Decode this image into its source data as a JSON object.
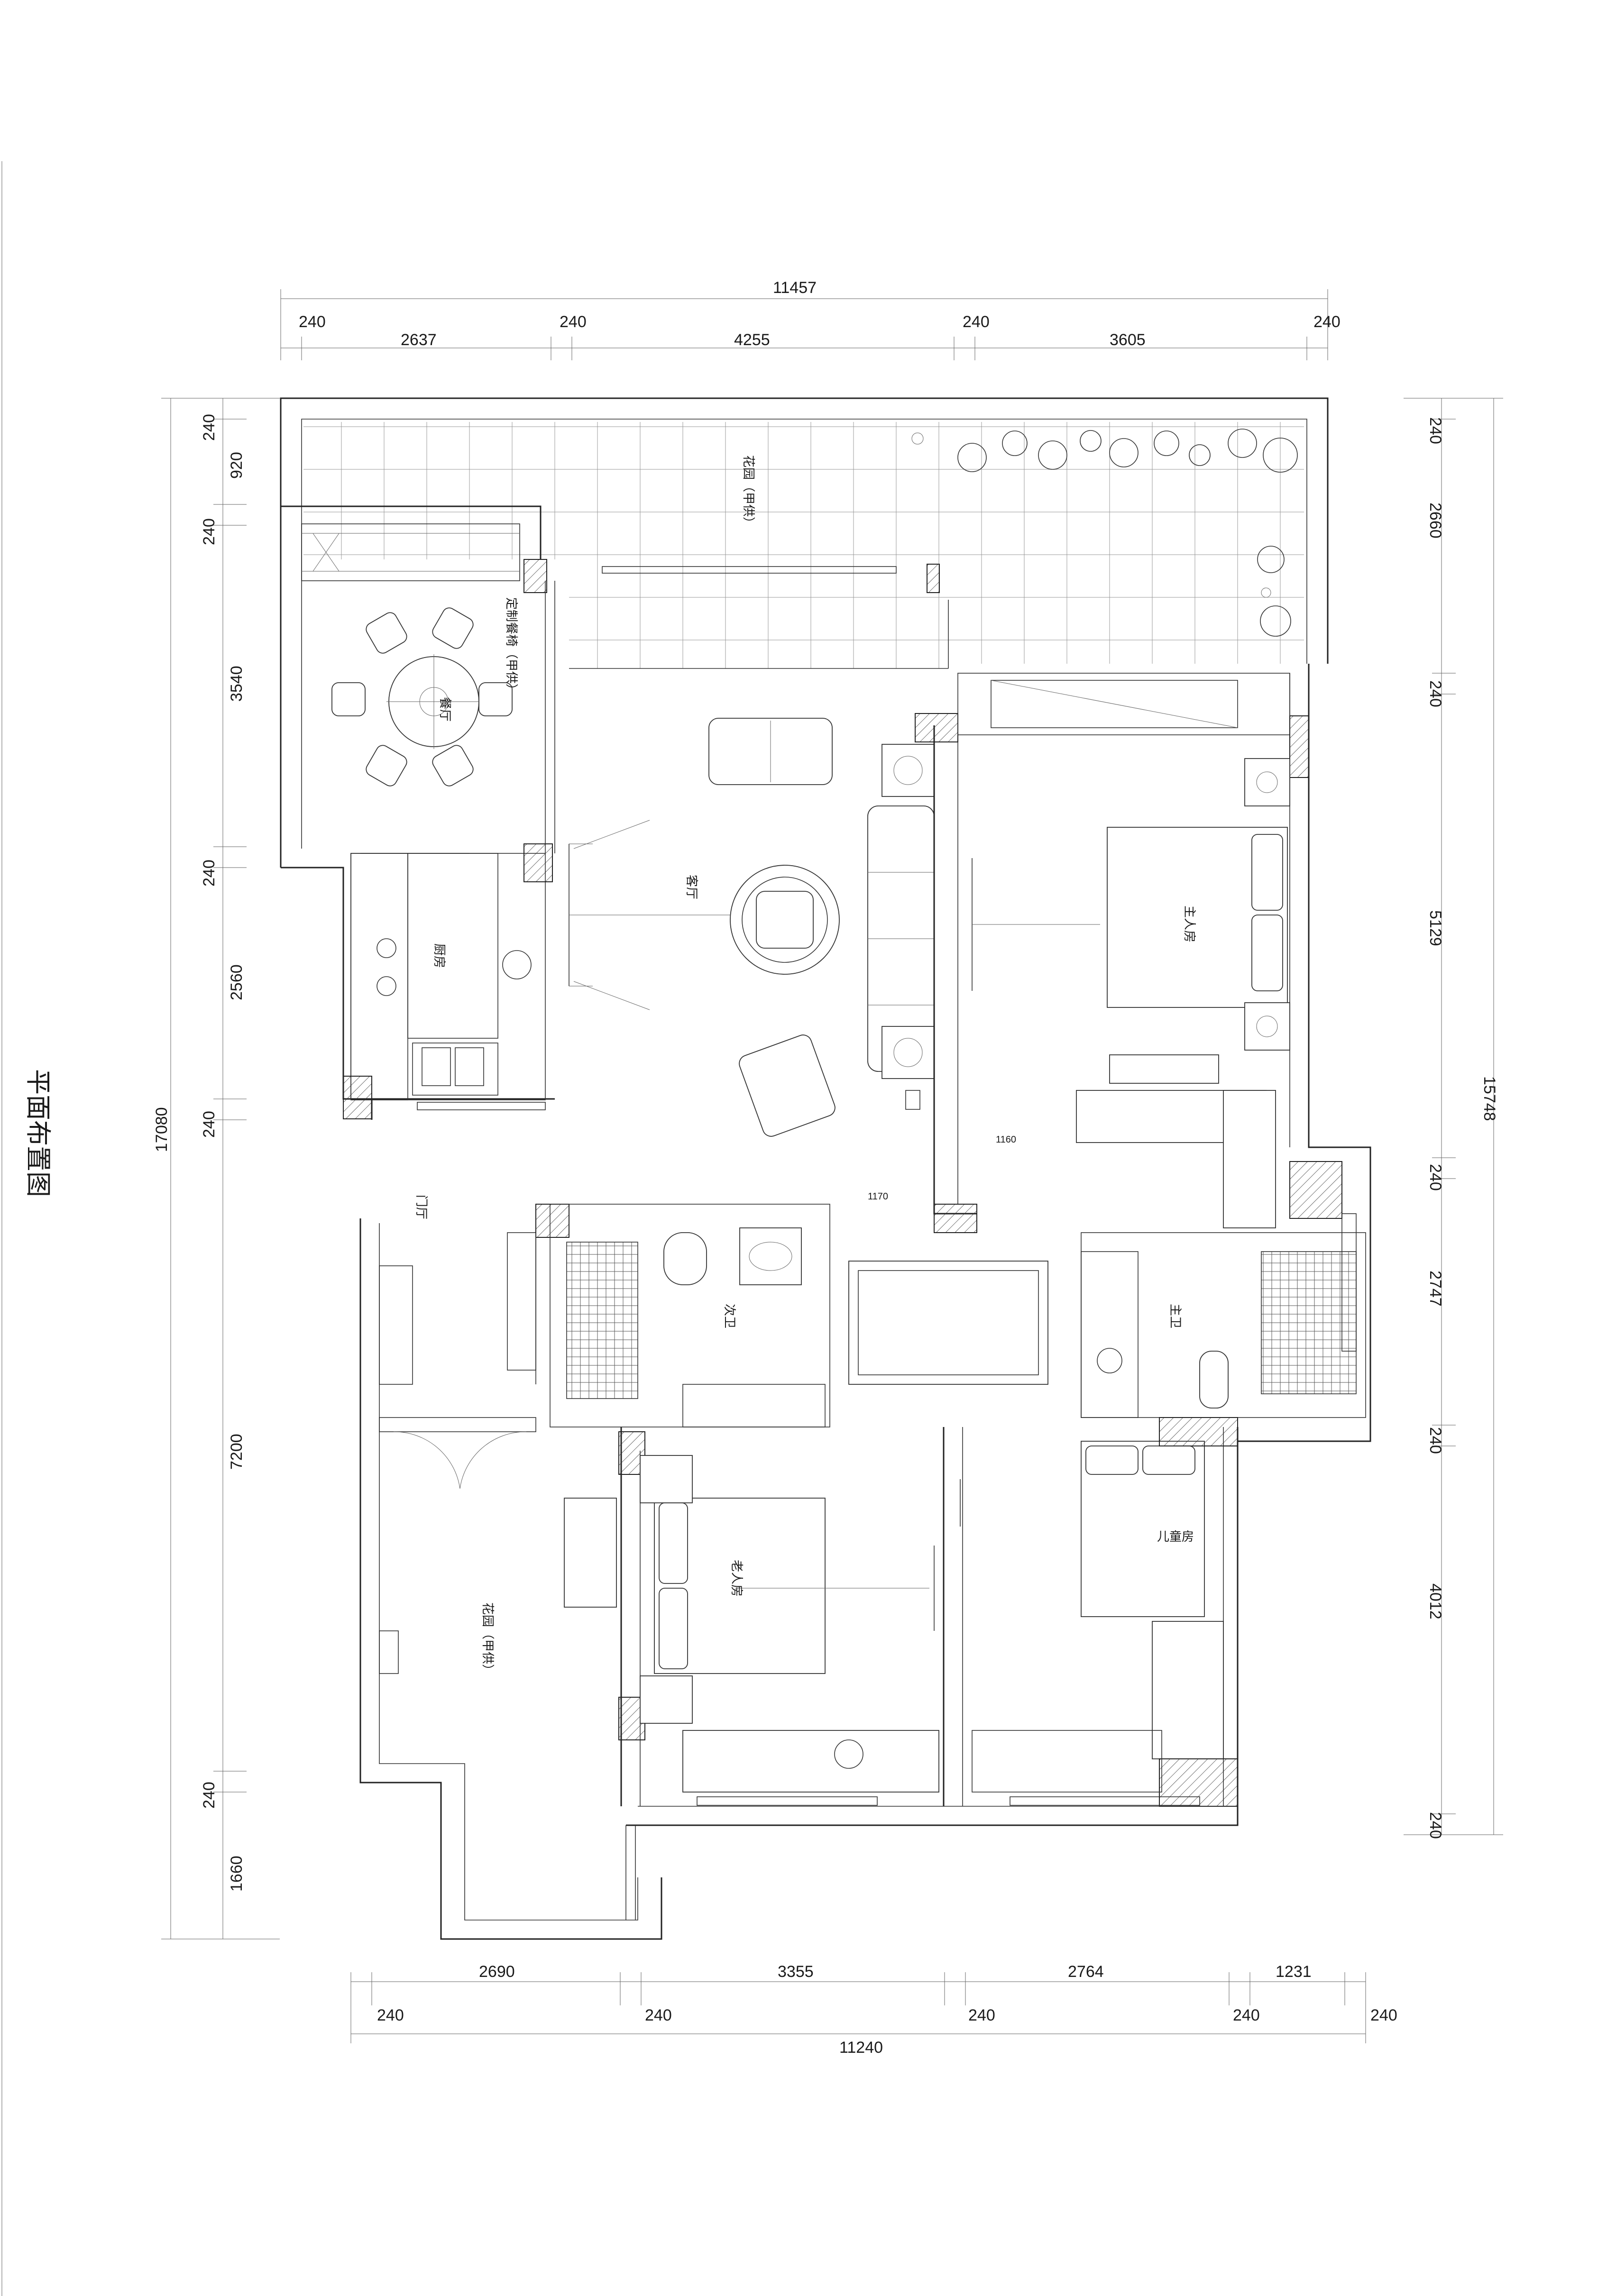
{
  "title": "平面布置图",
  "dimensions": {
    "top_total": "11457",
    "top_wall_a": "240",
    "top_seg_a": "2637",
    "top_wall_b": "240",
    "top_seg_b": "4255",
    "top_wall_c": "240",
    "top_seg_c": "3605",
    "top_wall_d": "240",
    "left_total": "17080",
    "left_w1": "240",
    "left_d1": "920",
    "left_w2": "240",
    "left_d2": "3540",
    "left_w3": "240",
    "left_d3": "2560",
    "left_w4": "240",
    "left_d4": "7200",
    "left_w5": "240",
    "left_d5": "1660",
    "right_total": "15748",
    "right_w1": "240",
    "right_d1": "2660",
    "right_w2": "240",
    "right_d2": "5129",
    "right_w3": "240",
    "right_d3": "2747",
    "right_w4": "240",
    "right_d4": "4012",
    "right_w5": "240",
    "bottom_total": "11240",
    "bottom_seg_a": "2690",
    "bottom_seg_b": "3355",
    "bottom_seg_c": "2764",
    "bottom_seg_d": "1231",
    "bottom_wall_a": "240",
    "bottom_wall_b": "240",
    "bottom_wall_c": "240",
    "bottom_wall_d": "240",
    "bottom_wall_e": "240",
    "inner_a": "1160",
    "inner_b": "1170"
  },
  "rooms": {
    "garden_top": "花园（甲供）",
    "dining": "餐厅",
    "dining_note": "定制餐椅（甲供）",
    "living": "客厅",
    "kitchen": "厨房",
    "master": "主人房",
    "entry": "门厅",
    "second_bath": "次卫",
    "master_bath": "主卫",
    "elder": "老人房",
    "child": "儿童房",
    "garden_left": "花园（甲供）"
  }
}
